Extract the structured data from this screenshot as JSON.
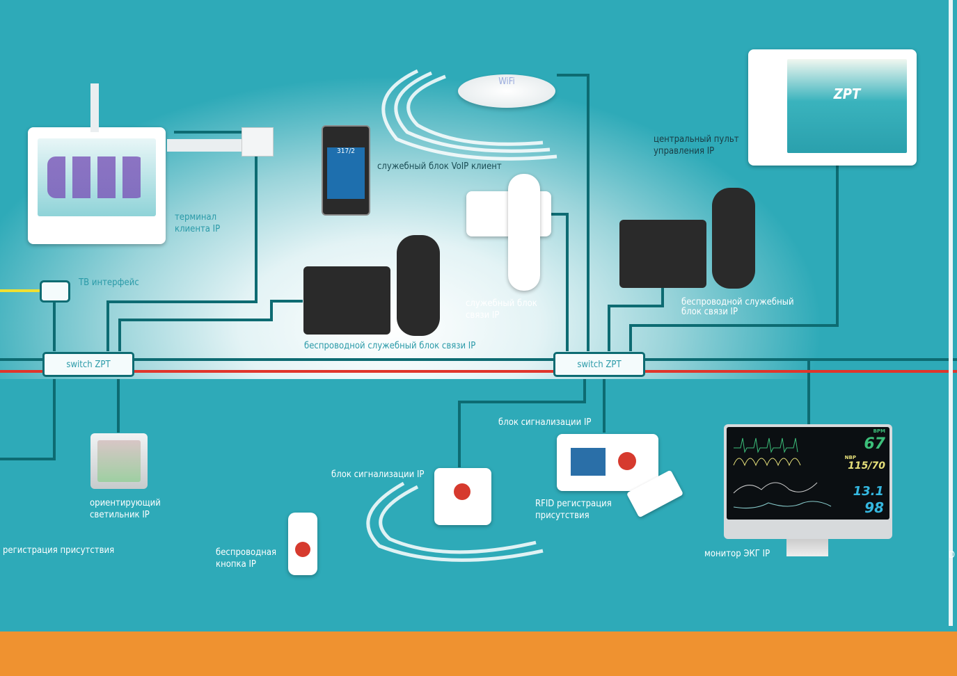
{
  "nodes": {
    "terminal": "терминал клиента IP",
    "tv": "ТВ интерфейс",
    "switch_left": "switch ZPT",
    "switch_right": "switch ZPT",
    "wifi": "WiFi",
    "voip": "служебный блок VoIP клиент",
    "wireless_left": "беспроводной служебный блок связи IP",
    "service_unit": "служебный блок связи IP",
    "central": "центральный пульт управления IP",
    "wireless_right": "беспроводной служебный блок связи IP",
    "light": "ориентирующий светильник IP",
    "presence": "регистрация присутствия",
    "signal_1": "блок сигнализации IP",
    "signal_2": "блок сигнализации IP",
    "wireless_button": "беспроводная кнопка IP",
    "rfid": "RFID регистрация присутствия",
    "ecg": "монитор ЭКГ IP",
    "edge": "D"
  },
  "devices": {
    "phone_room": "317/2",
    "central_logo": "ZPT",
    "ecg_values": {
      "bpm_label": "BPM",
      "bpm": "67",
      "nbp_label": "NBP",
      "nbp": "115/70",
      "sv": "13.1",
      "spo2": "98"
    }
  },
  "colors": {
    "line": "#0d6b72",
    "bg": "#2eaab8",
    "red": "#e0352b",
    "yellow": "#f0e030",
    "orange": "#ef9230"
  }
}
